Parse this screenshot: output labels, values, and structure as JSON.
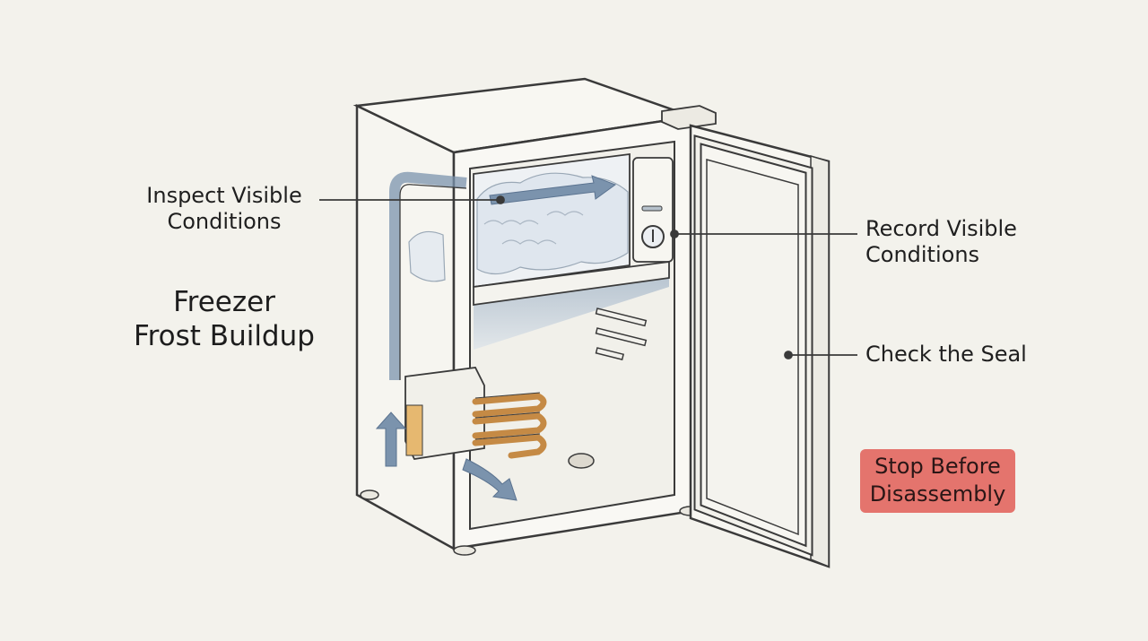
{
  "diagram": {
    "title_lines": [
      "Freezer",
      "Frost Buildup"
    ],
    "callouts": {
      "inspect": {
        "lines": [
          "Inspect Visible",
          "Conditions"
        ]
      },
      "record": {
        "lines": [
          "Record Visible",
          "Conditions"
        ]
      },
      "seal": {
        "lines": [
          "Check the Seal"
        ]
      },
      "stop": {
        "lines": [
          "Stop Before",
          "Disassembly"
        ]
      }
    },
    "colors": {
      "background": "#f3f2ec",
      "line": "#3a3a3a",
      "airflow_arrow": "#7b93ad",
      "frost": "#dfe6ee",
      "coil": "#c58a45",
      "warning": "#e4746d"
    },
    "icons": [
      "thermostat-dial-icon",
      "airflow-arrow-icon",
      "door-gasket-icon"
    ]
  }
}
